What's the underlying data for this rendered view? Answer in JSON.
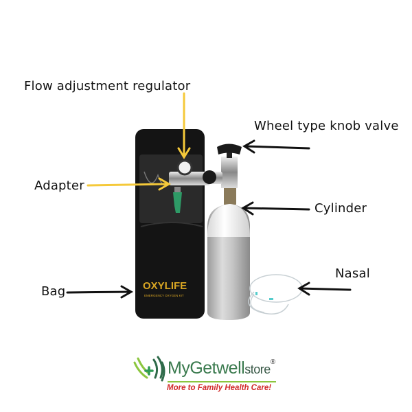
{
  "labels": {
    "regulator": "Flow adjustment regulator",
    "valve": "Wheel type knob valve",
    "adapter": "Adapter",
    "cylinder": "Cylinder",
    "nasal": "Nasal",
    "bag": "Bag"
  },
  "product": {
    "brand": "OXYLIFE",
    "subtitle": "EMERGENCY OXYGEN KIT"
  },
  "logo": {
    "name_main": "MyGetwell",
    "name_suffix": "store",
    "registered": "®",
    "tagline": "More to Family Health Care!"
  },
  "colors": {
    "yellow_arrow": "#f5c93a",
    "black_arrow": "#111111",
    "logo_green": "#3a7a4e",
    "tagline_red": "#d12a2a"
  }
}
